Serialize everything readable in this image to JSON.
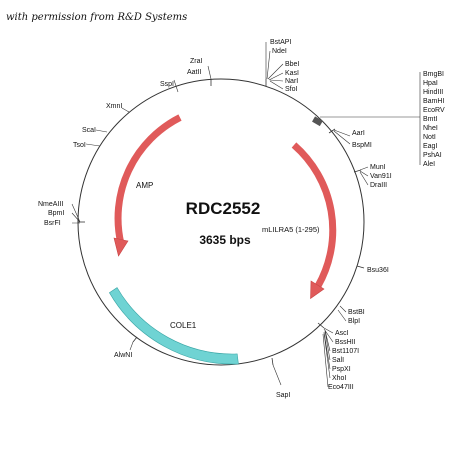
{
  "header": {
    "permission": "with permission from R&D Systems"
  },
  "plasmid": {
    "name": "RDC2552",
    "size": "3635 bps",
    "insert_label": "mLILRA5 (1-295)",
    "feature_amp": "AMP",
    "feature_cole1": "COLE1"
  },
  "colors": {
    "insert_arrow": "#e05a5a",
    "amp_arrow": "#e05a5a",
    "cole1": "#6fd3d3",
    "backbone": "#333333"
  },
  "sites": {
    "top": [
      "BstAPI",
      "NdeI",
      "BbeI",
      "KasI",
      "NarI",
      "SfoI"
    ],
    "zral": [
      "ZraI",
      "AatII"
    ],
    "sspi": "SspI",
    "mcs_right": [
      "BmgBI",
      "HpaI",
      "HindIII",
      "BamHI",
      "EcoRV",
      "BmtI",
      "NheI",
      "NotI",
      "EagI",
      "PshAI",
      "AleI"
    ],
    "aari": [
      "AarI",
      "BspMI"
    ],
    "muni": [
      "MunI",
      "Van91I",
      "DraIII"
    ],
    "xmni": "XmnI",
    "scai": "ScaI",
    "tsoi": "TsoI",
    "left": [
      "NmeAIII",
      "BpmI",
      "BsrFI"
    ],
    "bsu36i": "Bsu36I",
    "bottom_right": [
      "BstBI",
      "BlpI",
      "AscI",
      "BssHII",
      "Bst1107I",
      "SalI",
      "PspXI",
      "XhoI",
      "Eco47III"
    ],
    "alwni": "AlwNI",
    "sapi": "SapI"
  }
}
